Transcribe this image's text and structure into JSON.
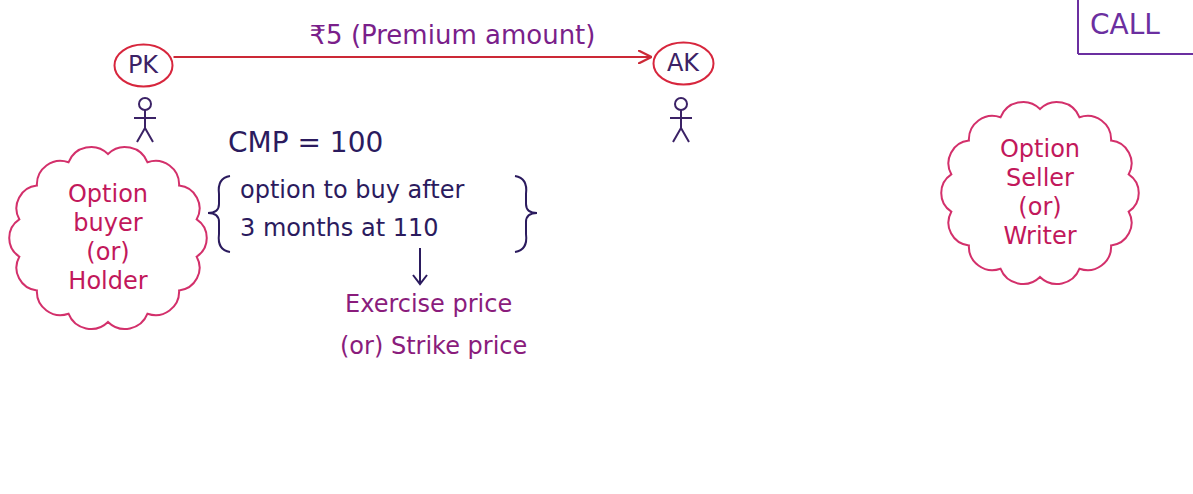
{
  "diagram": {
    "nodes": [
      {
        "text": [
          "PK"
        ]
      },
      {
        "text": [
          "AK"
        ]
      },
      {
        "text": [
          "Option buyer (or) Holder"
        ]
      },
      {
        "text": [
          "Option Seller (or) Writer"
        ]
      }
    ],
    "edges": [
      {
        "from": 0,
        "to": 1,
        "label": "₹5 (Premium amount)",
        "arrow": "to"
      }
    ],
    "labels": [
      "CALL",
      "CMP = 100",
      "option to buy after",
      "3 months at 110",
      "Exercise price",
      "(or) Strike price"
    ]
  }
}
